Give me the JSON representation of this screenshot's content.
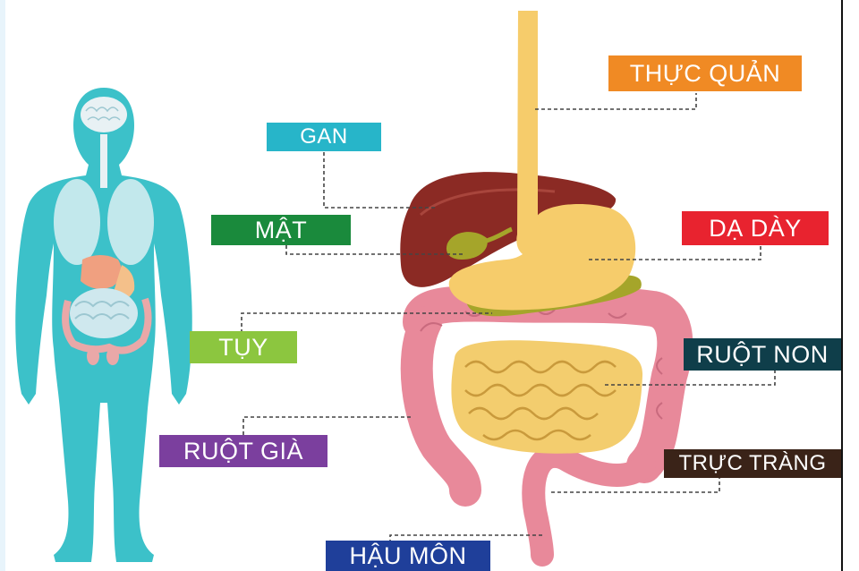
{
  "labels": {
    "thuc_quan": "THỰC QUẢN",
    "gan": "GAN",
    "mat": "MẬT",
    "da_day": "DẠ DÀY",
    "tuy": "TỤY",
    "ruot_non": "RUỘT NON",
    "ruot_gia": "RUỘT GIÀ",
    "truc_trang": "TRỰC TRÀNG",
    "hau_mon": "HẬU MÔN"
  },
  "colors": {
    "thuc_quan": "#f08a24",
    "gan": "#27b5c9",
    "mat": "#1a8a3c",
    "da_day": "#e8232f",
    "tuy": "#8cc63f",
    "ruot_non": "#0f3e4a",
    "ruot_gia": "#7b3f9e",
    "truc_trang": "#3a2318",
    "hau_mon": "#1f3f9a",
    "body_silhouette": "#3cc1c9"
  }
}
